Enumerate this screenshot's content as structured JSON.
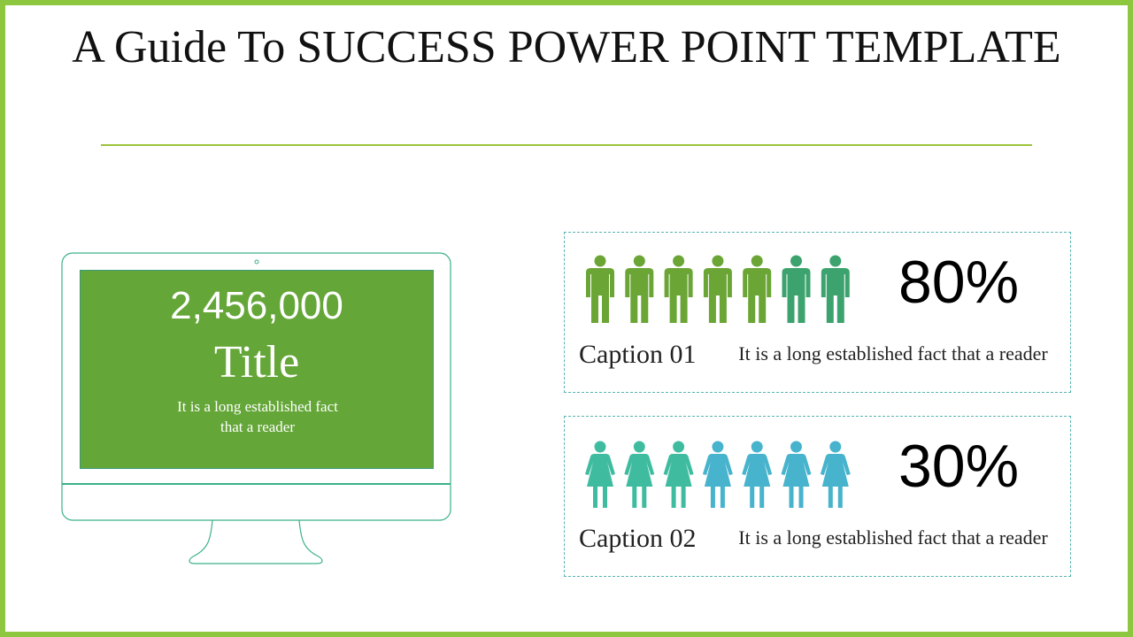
{
  "slide": {
    "title": "A Guide To SUCCESS POWER POINT TEMPLATE",
    "colors": {
      "frame": "#8dc63f",
      "rule": "#9dc33b",
      "screen": "#64a637",
      "monitor_outline": "#3cb08a"
    }
  },
  "monitor": {
    "number": "2,456,000",
    "title": "Title",
    "text": "It is a long established fact that a reader"
  },
  "stats": [
    {
      "percent": "80%",
      "caption": "Caption 01",
      "text": "It is a long established fact that a reader",
      "icon": "male-person-icon",
      "icon_colors": [
        "#6aa535",
        "#6aa535",
        "#6aa535",
        "#6aa535",
        "#6aa535",
        "#3da36e",
        "#3da36e"
      ]
    },
    {
      "percent": "30%",
      "caption": "Caption 02",
      "text": "It is a long established fact that a reader",
      "icon": "female-person-icon",
      "icon_colors": [
        "#3fbca0",
        "#3fbca0",
        "#3fbca0",
        "#47b3cc",
        "#47b3cc",
        "#47b3cc",
        "#47b3cc"
      ]
    }
  ]
}
